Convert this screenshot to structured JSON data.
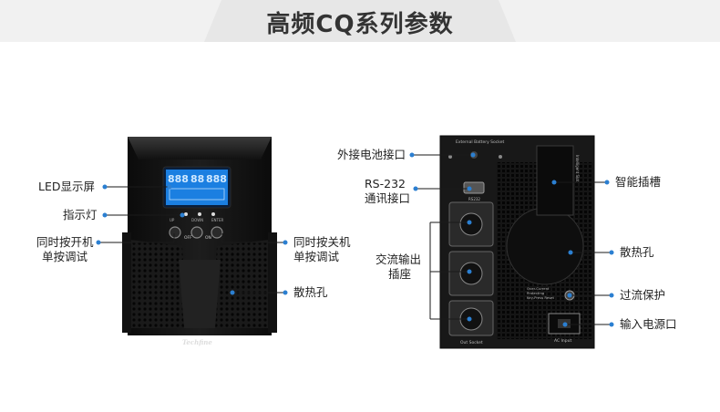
{
  "banner": {
    "title": "高频CQ系列参数"
  },
  "front_panel": {
    "brand": "Techfine",
    "lcd": {
      "left_digits": "888",
      "mid_digits": "88",
      "right_digits": "888"
    },
    "indicator_labels": [
      "UP",
      "DOWN",
      "ENTER"
    ],
    "button_texts": {
      "off": "OFF",
      "on": "ON"
    },
    "callouts": {
      "led_display": "LED显示屏",
      "indicator": "指示灯",
      "press_on": [
        "同时按开机",
        "单按调试"
      ],
      "press_off": [
        "同时按关机",
        "单按调试"
      ],
      "vent": "散热孔"
    }
  },
  "rear_panel": {
    "labels": {
      "battery_socket": "External Battery Socket",
      "rs232_port": "RS232",
      "intelligent_slot": "Intelligent Slot",
      "overcurrent": [
        "Over-Current",
        "Protecting",
        "Key-Press Reset"
      ],
      "out_socket": "Out Socket",
      "ac_input": "AC Input"
    },
    "callouts": {
      "battery_port": "外接电池接口",
      "rs232": [
        "RS-232",
        "通讯接口"
      ],
      "smart_slot": "智能插槽",
      "output_socket": [
        "交流输出",
        "插座"
      ],
      "vent": "散热孔",
      "overcurrent": "过流保护",
      "ac_input": "输入电源口"
    }
  },
  "colors": {
    "accent_dot": "#2b7fd1",
    "leader_line": "#1a1a1a",
    "banner_bg": "#f1f1f1",
    "lcd_blue": "#1e90ff"
  }
}
